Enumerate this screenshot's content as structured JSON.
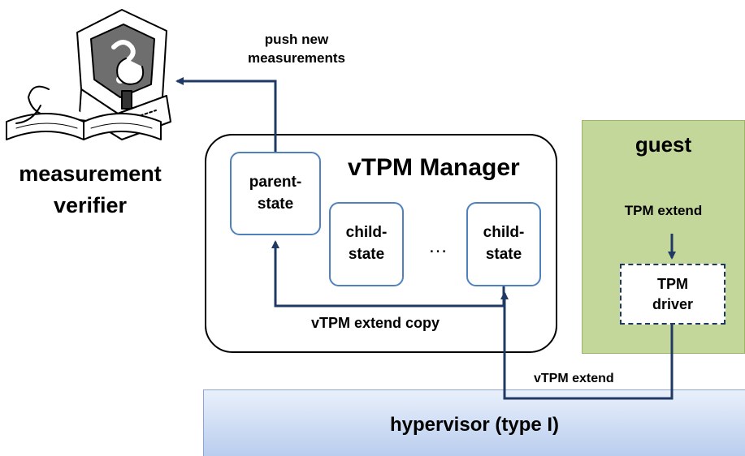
{
  "verifier": {
    "label_line1": "measurement",
    "label_line2": "verifier"
  },
  "push": {
    "line1": "push new",
    "line2": "measurements"
  },
  "manager": {
    "title": "vTPM Manager",
    "parent_state": {
      "line1": "parent-",
      "line2": "state"
    },
    "child_states": [
      {
        "line1": "child-",
        "line2": "state"
      },
      {
        "line1": "child-",
        "line2": "state"
      }
    ],
    "ellipsis": "…"
  },
  "edges": {
    "extend_copy": "vTPM extend copy",
    "vtpm_extend": "vTPM extend"
  },
  "guest": {
    "title": "guest",
    "tpm_extend": "TPM extend",
    "driver": {
      "line1": "TPM",
      "line2": "driver"
    }
  },
  "hypervisor": {
    "label": "hypervisor (type I)"
  },
  "colors": {
    "arrow": "#1f3864",
    "state_border": "#4f81bd",
    "guest_fill": "#c4d79b",
    "hypervisor_fill": "#c8d8f2"
  }
}
